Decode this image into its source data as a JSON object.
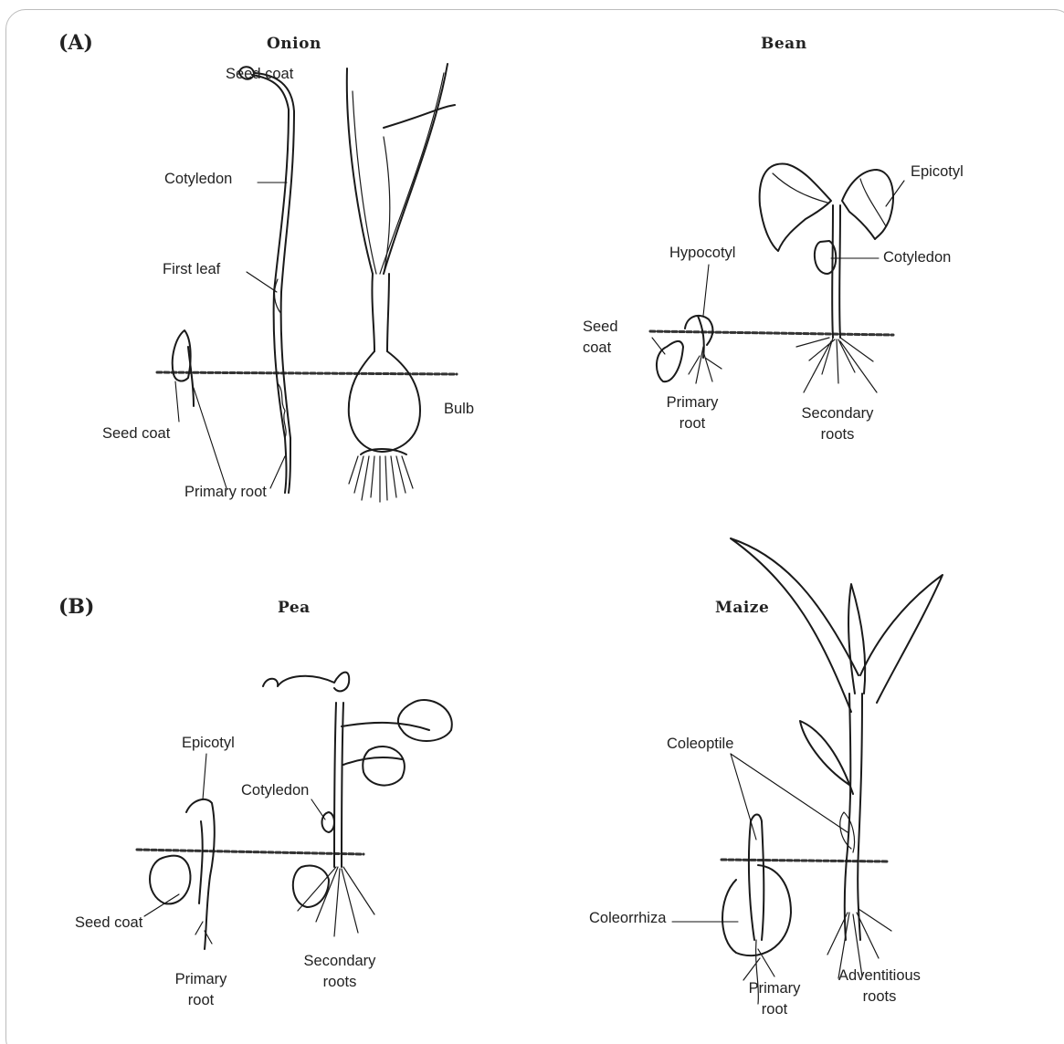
{
  "panels": {
    "a": {
      "letter": "(A)",
      "onion": {
        "title": "Onion",
        "labels": {
          "seed_coat_top": "Seed coat",
          "cotyledon": "Cotyledon",
          "first_leaf": "First leaf",
          "seed_coat_bottom": "Seed coat",
          "primary_root": "Primary root",
          "bulb": "Bulb"
        }
      },
      "bean": {
        "title": "Bean",
        "labels": {
          "epicotyl": "Epicotyl",
          "hypocotyl": "Hypocotyl",
          "cotyledon": "Cotyledon",
          "seed_coat_line1": "Seed",
          "seed_coat_line2": "coat",
          "primary_root_line1": "Primary",
          "primary_root_line2": "root",
          "secondary_roots_line1": "Secondary",
          "secondary_roots_line2": "roots"
        }
      }
    },
    "b": {
      "letter": "(B)",
      "pea": {
        "title": "Pea",
        "labels": {
          "epicotyl": "Epicotyl",
          "cotyledon": "Cotyledon",
          "seed_coat": "Seed coat",
          "primary_root_line1": "Primary",
          "primary_root_line2": "root",
          "secondary_roots_line1": "Secondary",
          "secondary_roots_line2": "roots"
        }
      },
      "maize": {
        "title": "Maize",
        "labels": {
          "coleoptile": "Coleoptile",
          "coleorrhiza": "Coleorrhiza",
          "primary_root_line1": "Primary",
          "primary_root_line2": "root",
          "adventitious_roots_line1": "Adventitious",
          "adventitious_roots_line2": "roots"
        }
      }
    }
  }
}
